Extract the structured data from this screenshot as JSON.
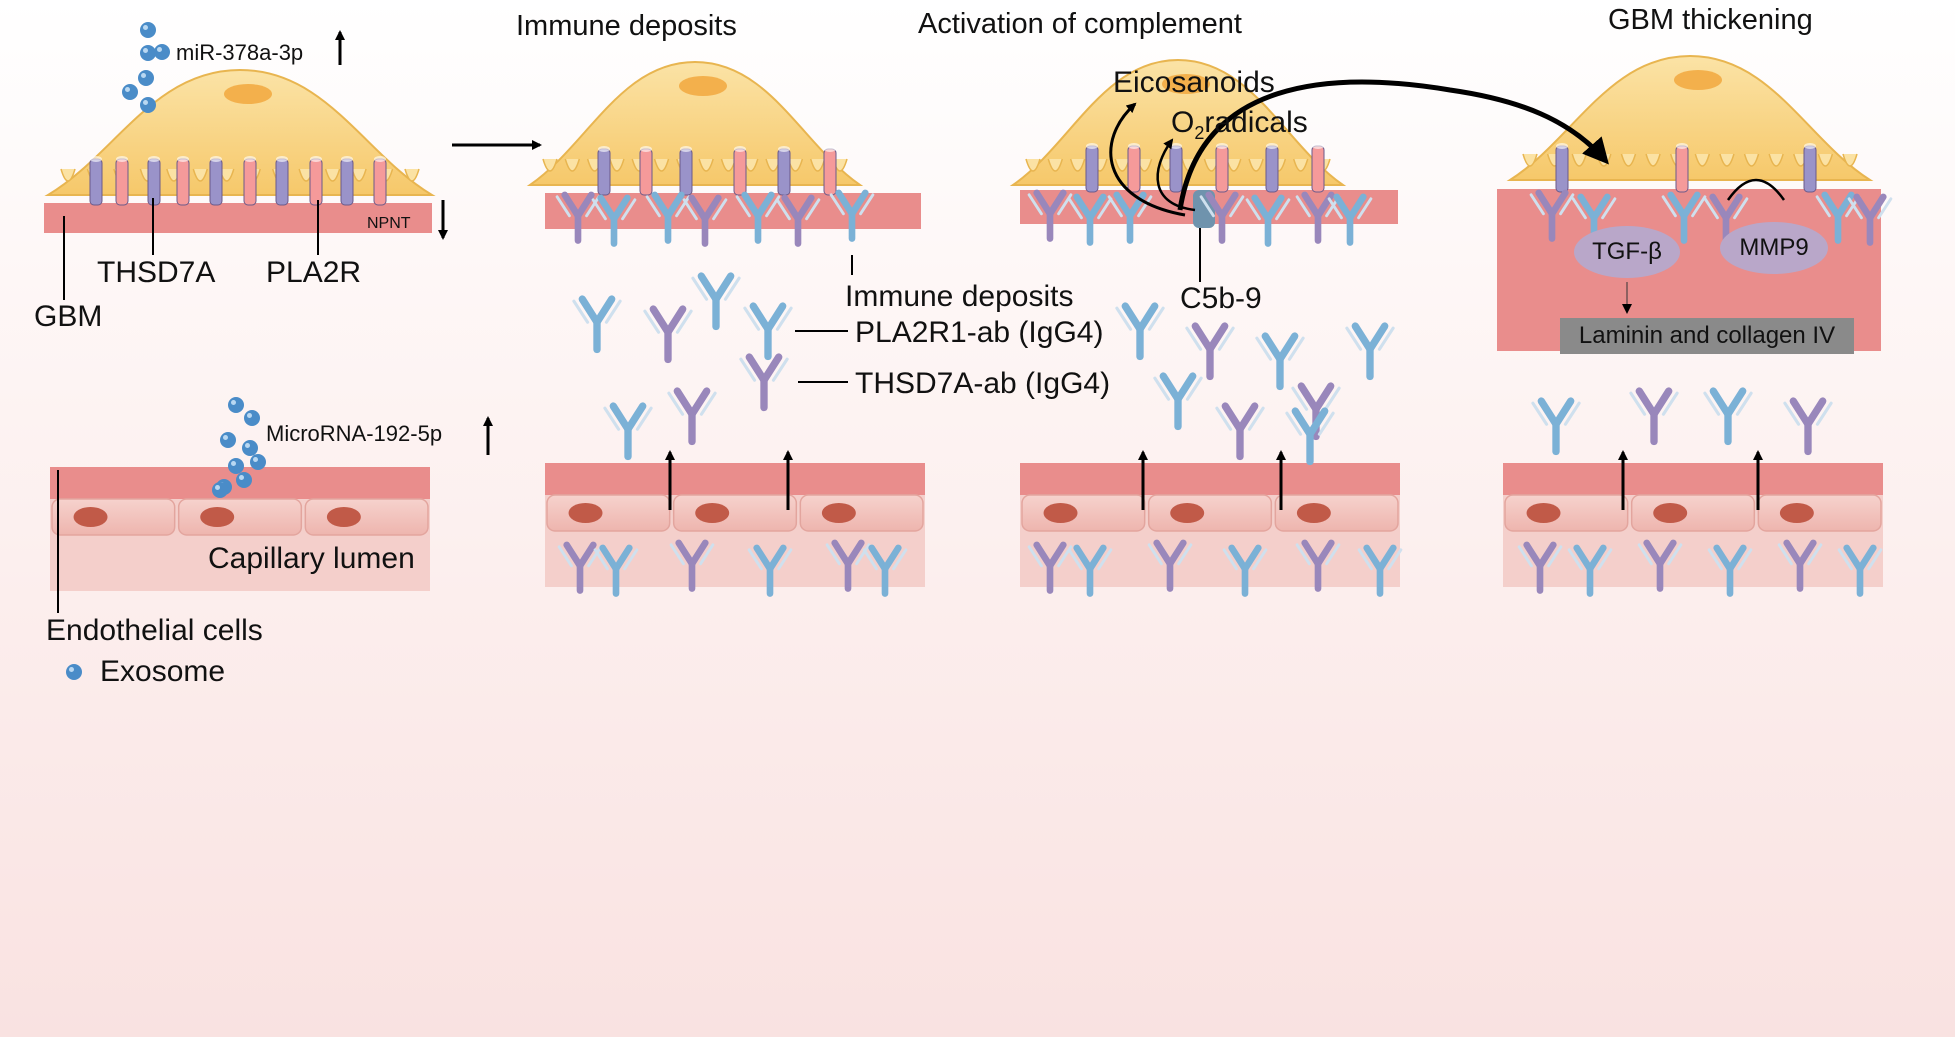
{
  "titles": {
    "immune_deposits": "Immune deposits",
    "activation": "Activation of complement",
    "gbm_thickening": "GBM thickening"
  },
  "labels": {
    "mir378": "miR-378a-3p",
    "npnt": "NPNT",
    "thsd7a": "THSD7A",
    "pla2r": "PLA2R",
    "gbm": "GBM",
    "microrna192": "MicroRNA-192-5p",
    "capillary_lumen": "Capillary lumen",
    "endothelial": "Endothelial cells",
    "exosome": "Exosome",
    "immune_deposits_lbl": "Immune deposits",
    "pla2r1_ab": "PLA2R1-ab (IgG4)",
    "thsd7a_ab": "THSD7A-ab (IgG4)",
    "eicosanoids": "Eicosanoids",
    "o2_prefix": "O",
    "o2_sub": "2",
    "o2_suffix": "radicals",
    "c5b9": "C5b-9",
    "tgfb": "TGF-β",
    "mmp9": "MMP9",
    "laminin": "Laminin and collagen IV"
  },
  "colors": {
    "gbm": "#e98d8c",
    "podocyte": "#f8d27e",
    "antibody_blue": "#7bb1d6",
    "antibody_purple": "#9987bb",
    "exosome": "#4a8cc8",
    "endothelial": "#f2c0bb",
    "nucleus": "#c15a48"
  }
}
